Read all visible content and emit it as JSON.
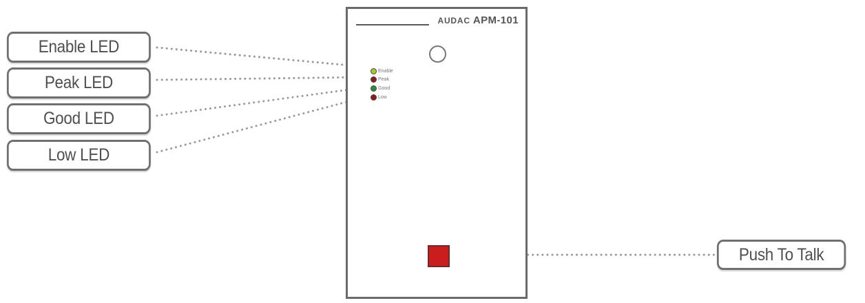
{
  "callouts": {
    "enable_led": "Enable LED",
    "peak_led": "Peak LED",
    "good_led": "Good LED",
    "low_led": "Low LED",
    "push_to_talk": "Push To Talk"
  },
  "device": {
    "brand": "AUDAC",
    "model": "APM-101",
    "led_labels": {
      "enable": "Enable",
      "peak": "Peak",
      "good": "Good",
      "low": "Low"
    }
  },
  "colors": {
    "enable_led": "#a8c832",
    "peak_led": "#8a1c24",
    "good_led": "#2f8a3c",
    "low_led": "#8a1c24",
    "push_to_talk_button": "#c81e1e",
    "leader_dots": "#9a9a9a"
  }
}
